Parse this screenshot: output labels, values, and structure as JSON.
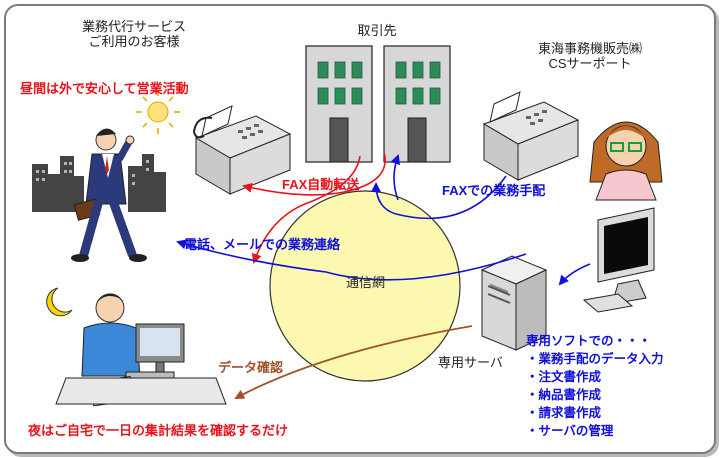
{
  "labels": {
    "customer_title_line1": "業務代行サービス",
    "customer_title_line2": "ご利用のお客様",
    "daytime": "昼間は外で安心して営業活動",
    "client": "取引先",
    "cs_line1": "東海事務機販売㈱",
    "cs_line2": "CSサーポート",
    "fax_forward": "FAX自動転送",
    "fax_business": "FAXでの業務手配",
    "phone_mail": "電話、メールでの業務連絡",
    "network": "通信網",
    "data_check": "データ確認",
    "server": "専用サーバ",
    "night": "夜はご自宅で一日の集計結果を確認するだけ"
  },
  "tasks": {
    "title": "専用ソフトでの・・・",
    "items": [
      "・業務手配のデータ入力",
      "・注文書作成",
      "・納品書作成",
      "・請求書作成",
      "・サーバの管理"
    ]
  },
  "colors": {
    "network": "#fdf8b0",
    "red_arrow": "#e8141c",
    "blue_arrow": "#1010d8",
    "brown_arrow": "#a0522d"
  }
}
